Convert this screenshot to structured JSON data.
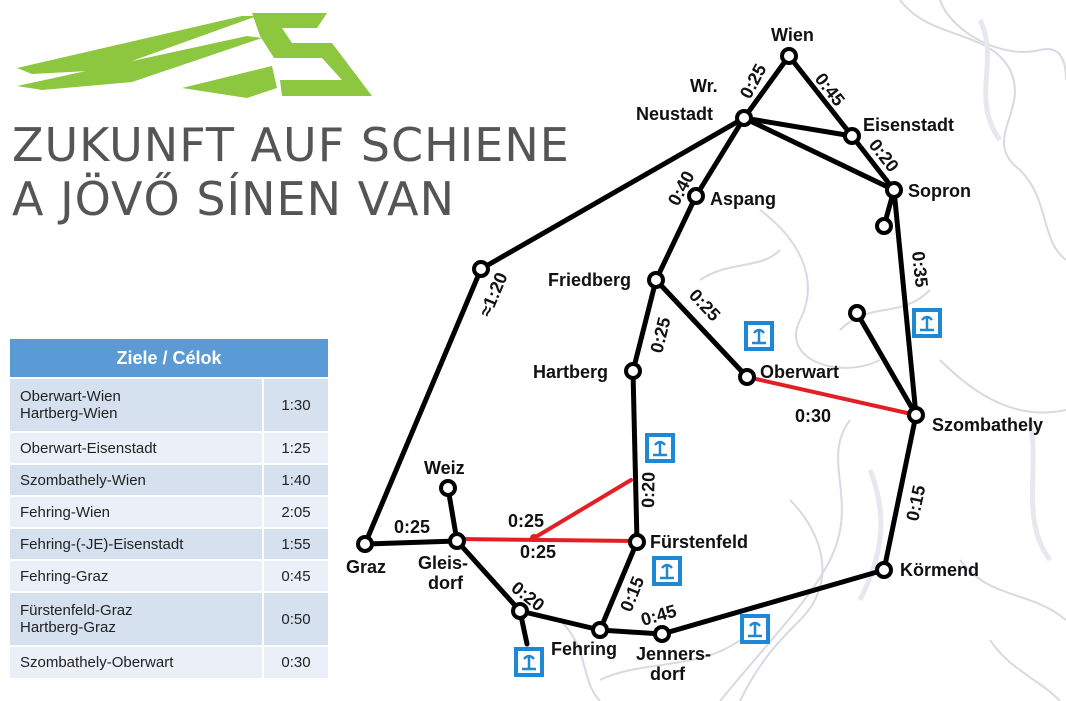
{
  "logo": {
    "line1": "ZUKUNFT AUF SCHIENE",
    "line2": "A JÖVŐ SÍNEN VAN",
    "mark_color": "#8DC63F",
    "text_color": "#555555"
  },
  "table": {
    "header": "Ziele / Célok",
    "header_color": "#5B9BD5",
    "rows": [
      {
        "route": "Oberwart-Wien\nHartberg-Wien",
        "time": "1:30"
      },
      {
        "route": "Oberwart-Eisenstadt",
        "time": "1:25"
      },
      {
        "route": "Szombathely-Wien",
        "time": "1:40"
      },
      {
        "route": "Fehring-Wien",
        "time": "2:05"
      },
      {
        "route": "Fehring-(-JE)-Eisenstadt",
        "time": "1:55"
      },
      {
        "route": "Fehring-Graz",
        "time": "0:45"
      },
      {
        "route": "Fürstenfeld-Graz\nHartberg-Graz",
        "time": "0:50"
      },
      {
        "route": "Szombathely-Oberwart",
        "time": "0:30"
      }
    ]
  },
  "map": {
    "line_color": "#000000",
    "new_line_color": "#E31E24",
    "stations": {
      "wien": "Wien",
      "wr": "Wr.",
      "neustadt": "Neustadt",
      "eisenstadt": "Eisenstadt",
      "sopron": "Sopron",
      "aspang": "Aspang",
      "friedberg": "Friedberg",
      "hartberg": "Hartberg",
      "oberwart": "Oberwart",
      "szombathely": "Szombathely",
      "weiz": "Weiz",
      "graz": "Graz",
      "gleis": "Gleis-",
      "dorf1": "dorf",
      "fuerstenfeld": "Fürstenfeld",
      "koermend": "Körmend",
      "fehring": "Fehring",
      "jenners": "Jenners-",
      "dorf2": "dorf"
    },
    "times": {
      "wien_wrn": "0:25",
      "wien_eis": "0:45",
      "eis_sop": "0:20",
      "wrn_asp": "0:40",
      "graz_wrn": "≈1:20",
      "fried_hart": "0:25",
      "fried_ober": "0:25",
      "sop_szo": "0:35",
      "ober_szo": "0:30",
      "szo_koer": "0:15",
      "hart_fuer": "0:20",
      "graz_gleis": "0:25",
      "red_upper": "0:25",
      "red_lower": "0:25",
      "gleis_fehr": "0:20",
      "fehr_fuer": "0:15",
      "jen_koer": "0:45"
    }
  }
}
